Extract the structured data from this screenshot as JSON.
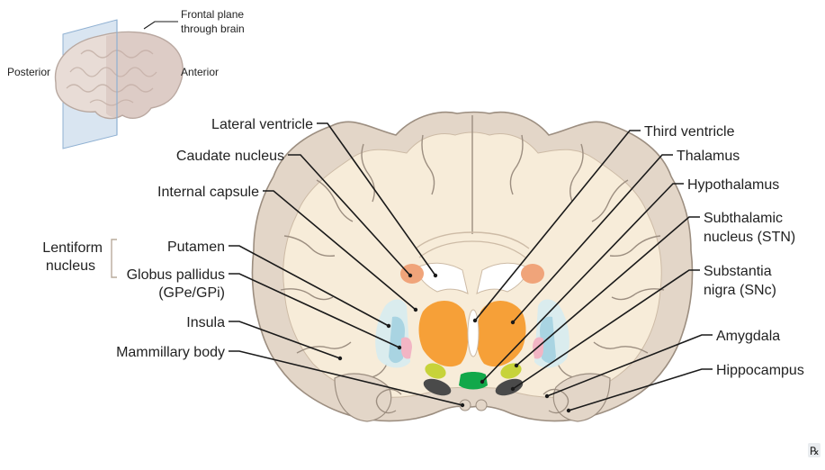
{
  "inset": {
    "plane_label": [
      "Frontal plane",
      "through brain"
    ],
    "posterior": "Posterior",
    "anterior": "Anterior"
  },
  "left_labels": {
    "lateral_ventricle": "Lateral ventricle",
    "caudate_nucleus": "Caudate nucleus",
    "internal_capsule": "Internal capsule",
    "lentiform_nucleus": [
      "Lentiform",
      "nucleus"
    ],
    "putamen": "Putamen",
    "globus_pallidus": [
      "Globus pallidus",
      "(GPe/GPi)"
    ],
    "insula": "Insula",
    "mammillary_body": "Mammillary body"
  },
  "right_labels": {
    "third_ventricle": "Third ventricle",
    "thalamus": "Thalamus",
    "hypothalamus": "Hypothalamus",
    "subthalamic_nucleus": [
      "Subthalamic",
      "nucleus (STN)"
    ],
    "substantia_nigra": [
      "Substantia",
      "nigra (SNc)"
    ],
    "amygdala": "Amygdala",
    "hippocampus": "Hippocampus"
  },
  "logo": "℞",
  "colors": {
    "white_matter": "#f7ecd9",
    "cortex": "#e3d6c8",
    "cortex_edge": "#9c8e80",
    "thalamus": "#f6a038",
    "caudate": "#f0a47a",
    "putamen": "#d6ecf0",
    "globus_pallidus": "#a9d4e2",
    "amygdala_pink": "#f2b5c4",
    "stn": "#c7d33a",
    "substantia_nigra": "#4a4a4a",
    "hypothalamus": "#12a84a",
    "plane": "#b9cfe6"
  }
}
